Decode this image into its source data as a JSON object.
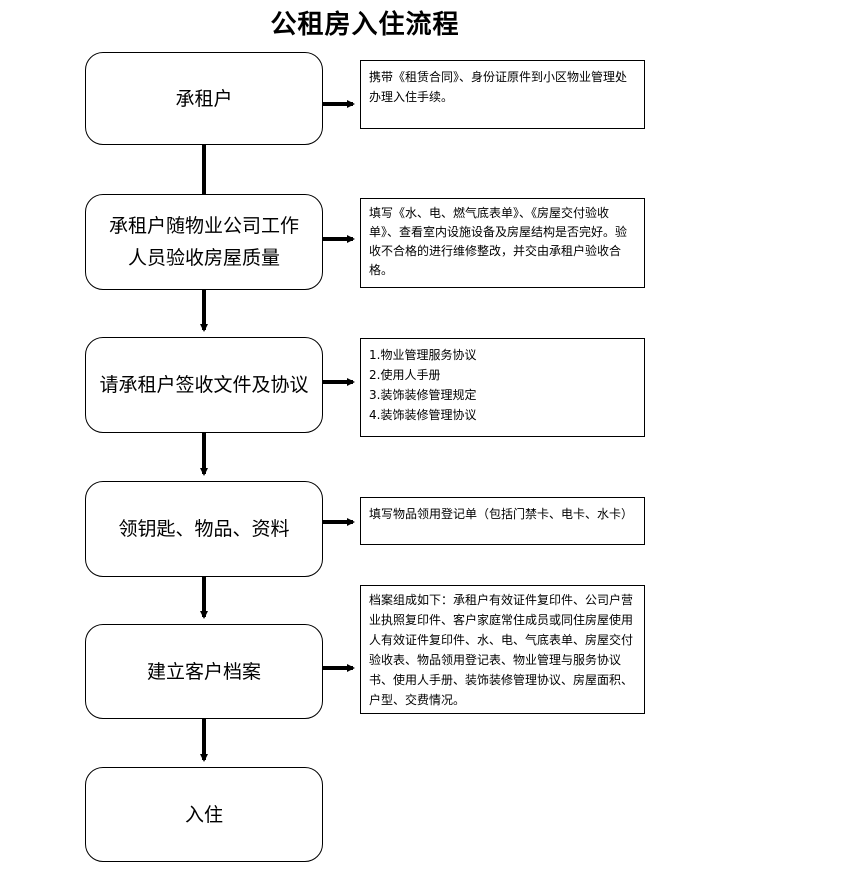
{
  "title": "公租房入住流程",
  "steps": [
    {
      "label": "承租户"
    },
    {
      "label": "承租户随物业公司工作人员验收房屋质量"
    },
    {
      "label": "请承租户签收文件及协议"
    },
    {
      "label": "领钥匙、物品、资料"
    },
    {
      "label": "建立客户档案"
    },
    {
      "label": "入住"
    }
  ],
  "notes": [
    {
      "text": "携带《租赁合同》、身份证原件到小区物业管理处办理入住手续。"
    },
    {
      "text": "填写《水、电、燃气底表单》、《房屋交付验收单》、查看室内设施设备及房屋结构是否完好。验收不合格的进行维修整改，并交由承租户验收合格。"
    },
    {
      "items": [
        "1.物业管理服务协议",
        "2.使用人手册",
        "3.装饰装修管理规定",
        "4.装饰装修管理协议"
      ]
    },
    {
      "text": "填写物品领用登记单（包括门禁卡、电卡、水卡）"
    },
    {
      "text": "档案组成如下：承租户有效证件复印件、公司户营业执照复印件、客户家庭常住成员或同住房屋使用人有效证件复印件、水、电、气底表单、房屋交付验收表、物品领用登记表、物业管理与服务协议书、使用人手册、装饰装修管理协议、房屋面积、户型、交费情况。"
    }
  ]
}
